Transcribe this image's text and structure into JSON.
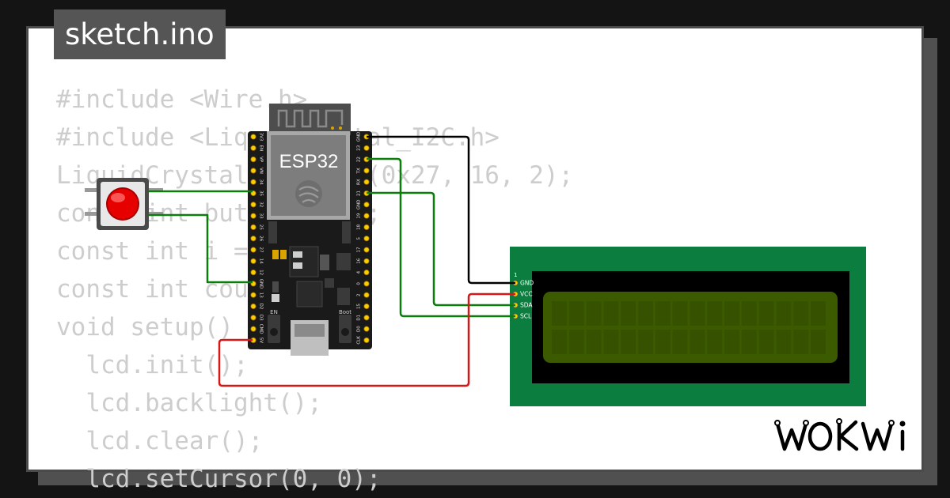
{
  "tab": {
    "filename": "sketch.ino"
  },
  "code_lines": [
    "#include <Wire.h>",
    "#include <LiquidCrystal_I2C.h>",
    "LiquidCrystal_I2C lcd(0x27, 16, 2);",
    "const int button = 34;",
    "const int i = 0;",
    "const int count = 0;",
    "void setup() {",
    "  lcd.init();",
    "  lcd.backlight();",
    "  lcd.clear();",
    "  lcd.setCursor(0, 0);"
  ],
  "esp32": {
    "label": "ESP32",
    "left_pins": [
      "3V3",
      "EN",
      "VP",
      "VN",
      "34",
      "35",
      "32",
      "33",
      "25",
      "26",
      "27",
      "14",
      "12",
      "GND",
      "13",
      "D2",
      "D3",
      "CMD",
      "5V"
    ],
    "right_pins": [
      "GND",
      "23",
      "22",
      "TX",
      "RX",
      "21",
      "GND",
      "19",
      "18",
      "5",
      "17",
      "16",
      "4",
      "0",
      "2",
      "15",
      "D1",
      "D0",
      "CLK"
    ],
    "en_label": "EN",
    "boot_label": "Boot"
  },
  "lcd": {
    "pin_index": "1",
    "pins": [
      "GND",
      "VCC",
      "SDA",
      "SCL"
    ],
    "columns": 16,
    "rows": 2
  },
  "colors": {
    "wire_ground": "#000000",
    "wire_power": "#d71616",
    "wire_signal": "#0a7d0a",
    "lcd_board": "#0a7d3f",
    "lcd_screen": "#3c5a00",
    "button_cap": "#e60000"
  },
  "brand": {
    "name": "WOKWI"
  }
}
